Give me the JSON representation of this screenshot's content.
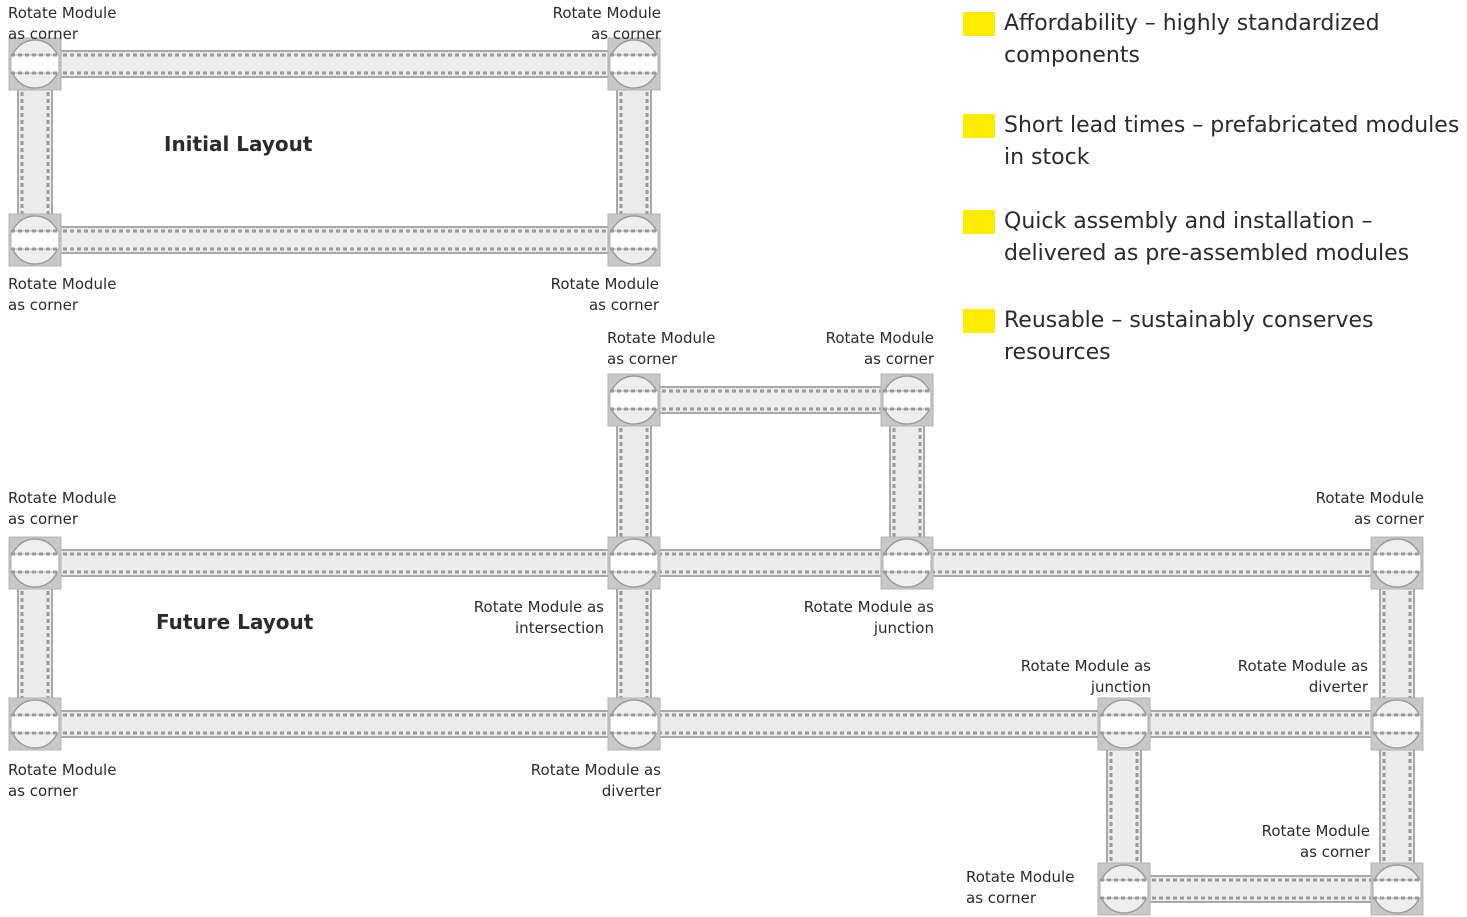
{
  "titles": {
    "initial": "Initial Layout",
    "future": "Future Layout"
  },
  "bullets": [
    "Affordability – highly standardized components",
    "Short lead times – prefabricated modules in stock",
    "Quick assembly and installation – delivered as pre-assembled modules",
    "Reusable – sustainably conserves resources"
  ],
  "labels": {
    "l1": "Rotate Module\nas corner",
    "l2": "Rotate Module\nas corner",
    "l3": "Rotate Module\nas corner",
    "l4": "Rotate Module\nas corner",
    "l5": "Rotate Module\nas corner",
    "l6": "Rotate Module\nas corner",
    "l7": "Rotate Module\nas corner",
    "l8": "Rotate Module\nas corner",
    "l9": "Rotate Module as\nintersection",
    "l10": "Rotate Module as\njunction",
    "l11": "Rotate Module as\njunction",
    "l12": "Rotate Module as\ndiverter",
    "l13": "Rotate Module\nas corner",
    "l14": "Rotate Module as\ndiverter",
    "l15": "Rotate Module\nas corner",
    "l16": "Rotate Module\nas corner"
  },
  "colors": {
    "module_fill": "#c8c8c8",
    "conveyor_border": "#a9a9a9",
    "conveyor_inner": "#ececec",
    "dash": "#9a9a9a",
    "bullet_square": "#ffec00"
  }
}
